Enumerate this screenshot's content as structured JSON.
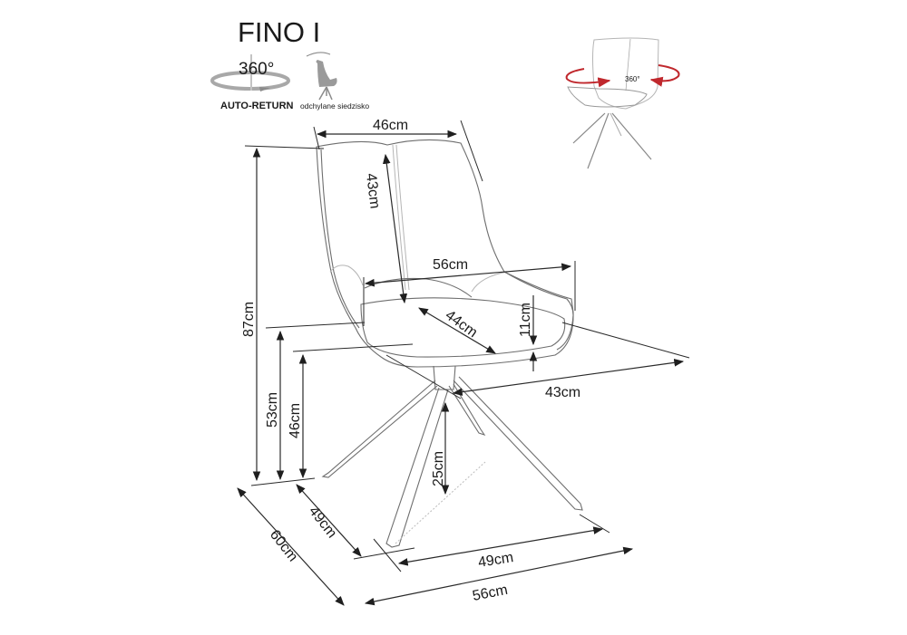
{
  "title": "FINO I",
  "badges": {
    "rotation_degrees": "360°",
    "auto_return": "AUTO-RETURN",
    "tilt_seat": "odchylane siedzisko"
  },
  "preview": {
    "rotation_label": "360°",
    "accent_color": "#c0282d"
  },
  "dimensions": {
    "backrest_width": "46cm",
    "backrest_height": "43cm",
    "overall_width_arms": "56cm",
    "seat_depth": "44cm",
    "armrest_height": "11cm",
    "seat_depth_side": "43cm",
    "total_height": "87cm",
    "armrest_floor_height": "53cm",
    "seat_height": "46cm",
    "base_clearance": "25cm",
    "base_depth": "49cm",
    "overall_depth": "60cm",
    "base_width": "49cm",
    "overall_width": "56cm"
  }
}
